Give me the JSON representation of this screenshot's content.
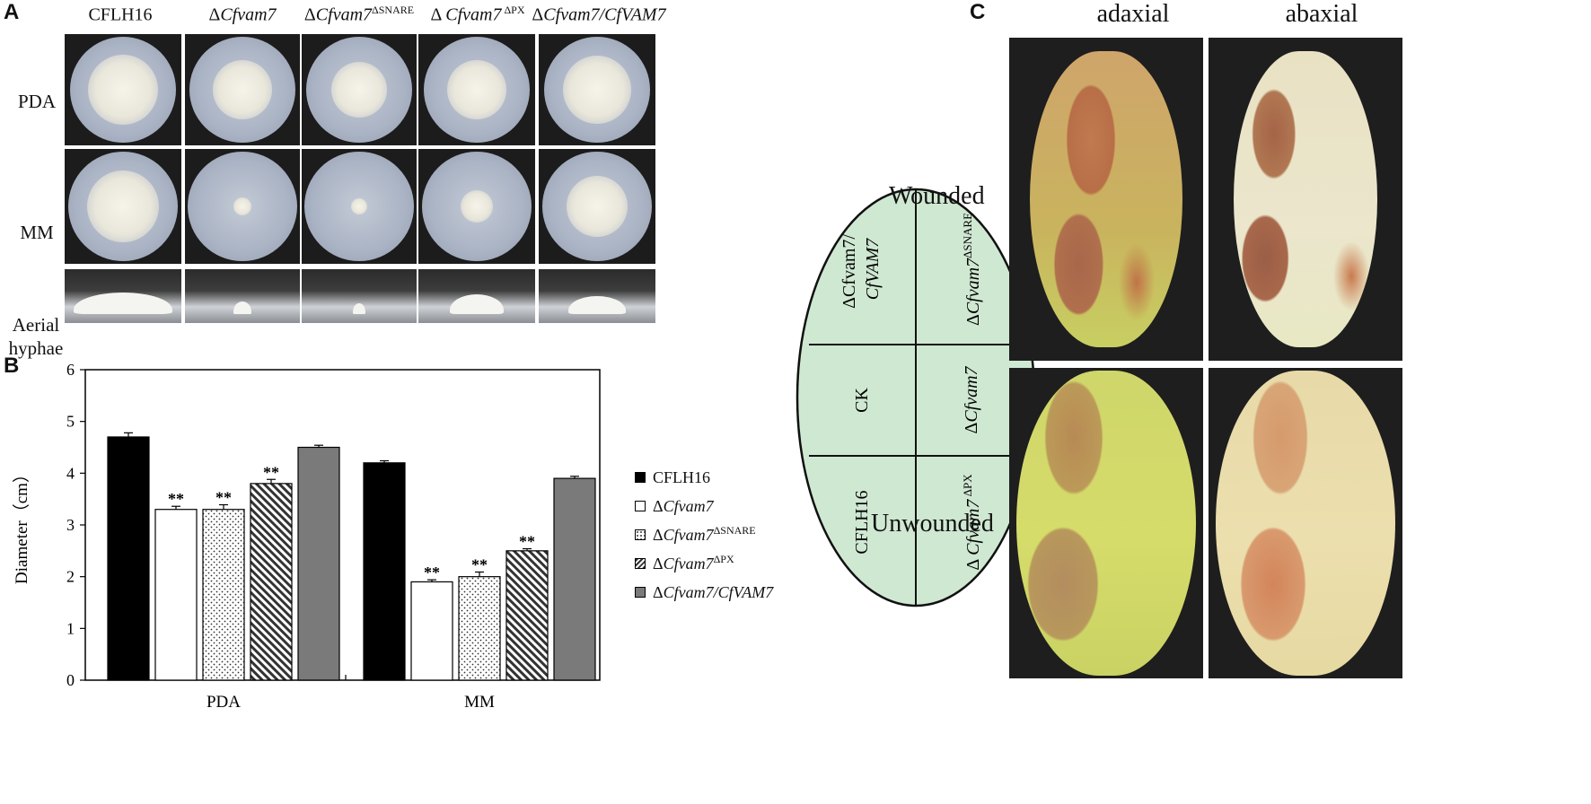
{
  "panels": {
    "a": "A",
    "b": "B",
    "c": "C"
  },
  "panel_a": {
    "strains": [
      {
        "prefix": "",
        "italic": "",
        "plain": "CFLH16",
        "sup": ""
      },
      {
        "prefix": "Δ",
        "italic": "Cfvam7",
        "plain": "",
        "sup": ""
      },
      {
        "prefix": "Δ",
        "italic": "Cfvam7",
        "plain": "",
        "sup": "ΔSNARE"
      },
      {
        "prefix": "Δ ",
        "italic": "Cfvam7",
        "plain": "",
        "sup": " ΔPX"
      },
      {
        "prefix": "Δ",
        "italic": "Cfvam7/CfVAM7",
        "plain": "",
        "sup": ""
      }
    ],
    "rows": [
      "PDA",
      "MM",
      "Aerial hyphae"
    ]
  },
  "chart_data": {
    "type": "bar",
    "title": "",
    "xlabel": "",
    "ylabel": "Diameter（cm）",
    "ylim": [
      0,
      6
    ],
    "yticks": [
      0,
      1,
      2,
      3,
      4,
      5,
      6
    ],
    "categories": [
      "PDA",
      "MM"
    ],
    "legend_position": "right",
    "series": [
      {
        "name": "CFLH16",
        "pattern": "solid-black",
        "values": [
          4.7,
          4.2
        ],
        "errors": [
          0.08,
          0.04
        ],
        "sig": [
          "",
          ""
        ]
      },
      {
        "name": "ΔCfvam7",
        "pattern": "white",
        "values": [
          3.3,
          1.9
        ],
        "errors": [
          0.06,
          0.04
        ],
        "sig": [
          "**",
          "**"
        ]
      },
      {
        "name": "ΔCfvam7ΔSNARE",
        "pattern": "dots",
        "values": [
          3.3,
          2.0
        ],
        "errors": [
          0.09,
          0.09
        ],
        "sig": [
          "**",
          "**"
        ]
      },
      {
        "name": "ΔCfvam7ΔPX",
        "pattern": "hatch",
        "values": [
          3.8,
          2.5
        ],
        "errors": [
          0.08,
          0.04
        ],
        "sig": [
          "**",
          "**"
        ]
      },
      {
        "name": "ΔCfvam7/CfVAM7",
        "pattern": "solid-gray",
        "values": [
          4.5,
          3.9
        ],
        "errors": [
          0.04,
          0.04
        ],
        "sig": [
          "",
          ""
        ]
      }
    ],
    "legend": [
      {
        "prefix": "",
        "italic": "",
        "plain": "CFLH16",
        "sup": ""
      },
      {
        "prefix": "Δ",
        "italic": "Cfvam7",
        "plain": "",
        "sup": ""
      },
      {
        "prefix": "Δ",
        "italic": "Cfvam7",
        "plain": "",
        "sup": "ΔSNARE"
      },
      {
        "prefix": "Δ",
        "italic": "Cfvam7",
        "plain": "",
        "sup": "ΔPX"
      },
      {
        "prefix": "Δ",
        "italic": "Cfvam7/CfVAM7",
        "plain": "",
        "sup": ""
      }
    ]
  },
  "diagram": {
    "cells": {
      "left_top": {
        "line1": "ΔCfvam7/",
        "line2": "CfVAM7"
      },
      "right_top": {
        "prefix": "Δ",
        "italic": "Cfvam7",
        "sup": "ΔSNARE"
      },
      "left_mid": "CK",
      "right_mid": {
        "prefix": "Δ",
        "italic": "Cfvam7",
        "sup": ""
      },
      "left_bot": "CFLH16",
      "right_bot": {
        "prefix": "Δ ",
        "italic": "Cfvam7",
        "sup": " ΔPX"
      }
    },
    "fill": "#cfe8d2"
  },
  "panel_c": {
    "columns": [
      "adaxial",
      "abaxial"
    ],
    "rows": [
      "Wounded",
      "Unwounded"
    ]
  }
}
